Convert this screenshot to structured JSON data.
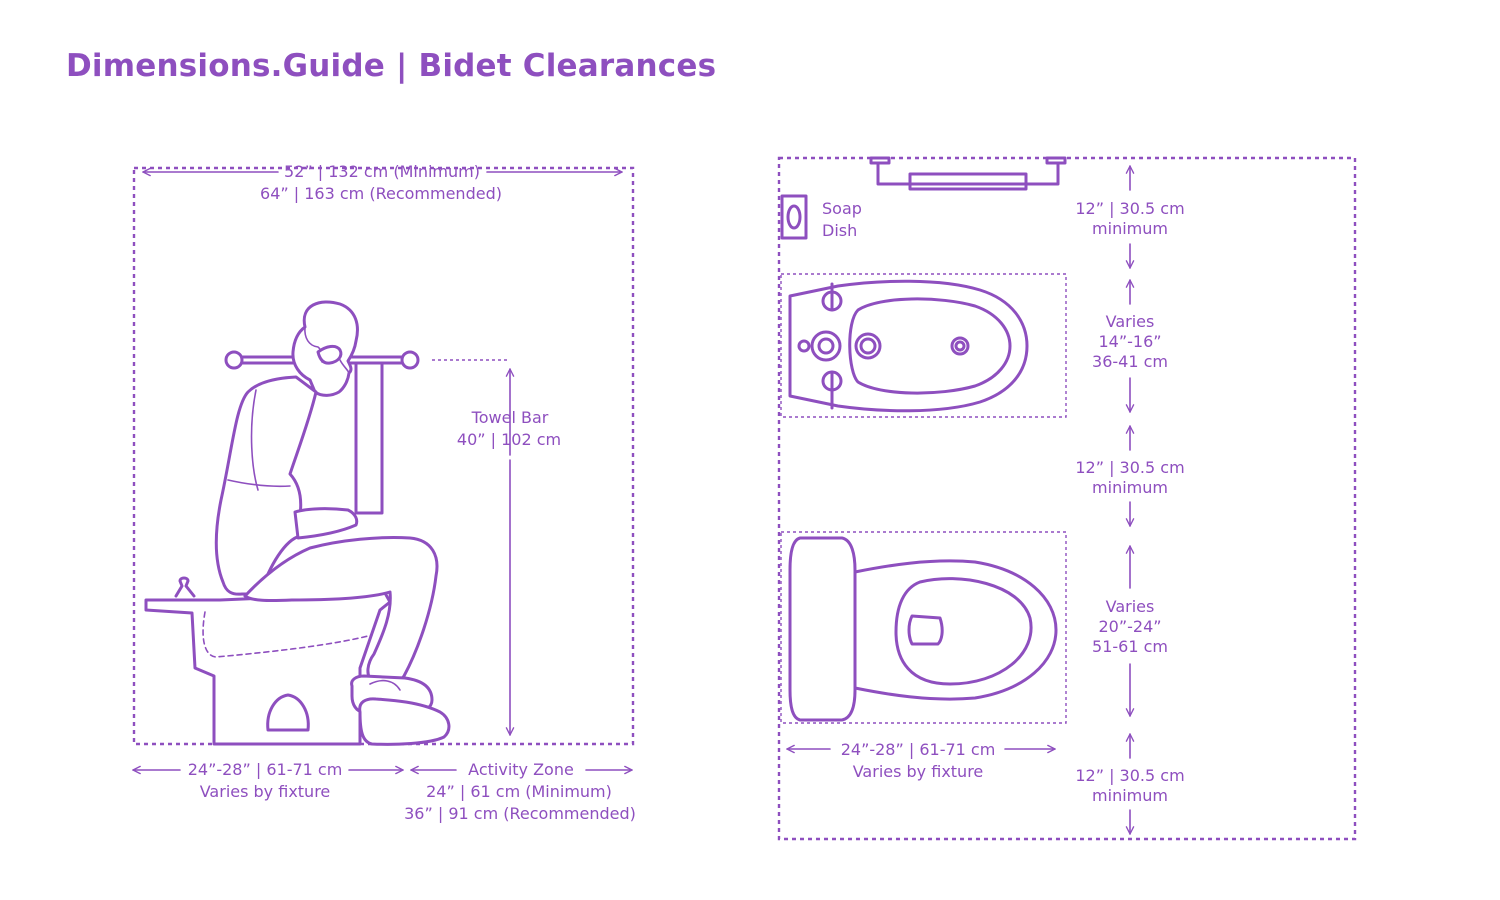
{
  "title": "Dimensions.Guide | Bidet Clearances",
  "colors": {
    "accent": "#8e4fbf",
    "background": "#ffffff"
  },
  "side_view": {
    "width_min": "52” | 132 cm (Minimum)",
    "width_rec": "64” | 163 cm (Recommended)",
    "towel_bar_label": "Towel Bar",
    "towel_bar_height": "40” | 102 cm",
    "fixture_depth": "24”-28” | 61-71 cm",
    "fixture_note": "Varies by fixture",
    "activity_zone_label": "Activity Zone",
    "activity_zone_min": "24” | 61 cm (Minimum)",
    "activity_zone_rec": "36” | 91 cm (Recommended)"
  },
  "plan_view": {
    "soap_dish_line1": "Soap",
    "soap_dish_line2": "Dish",
    "clear_top_1": "12” | 30.5 cm",
    "clear_top_2": "minimum",
    "bidet_label": "Varies",
    "bidet_in": "14”-16”",
    "bidet_cm": "36-41 cm",
    "clear_mid_1": "12” | 30.5 cm",
    "clear_mid_2": "minimum",
    "toilet_label": "Varies",
    "toilet_in": "20”-24”",
    "toilet_cm": "51-61 cm",
    "fixture_depth": "24”-28” | 61-71 cm",
    "fixture_note": "Varies by fixture",
    "clear_bot_1": "12” | 30.5 cm",
    "clear_bot_2": "minimum"
  }
}
